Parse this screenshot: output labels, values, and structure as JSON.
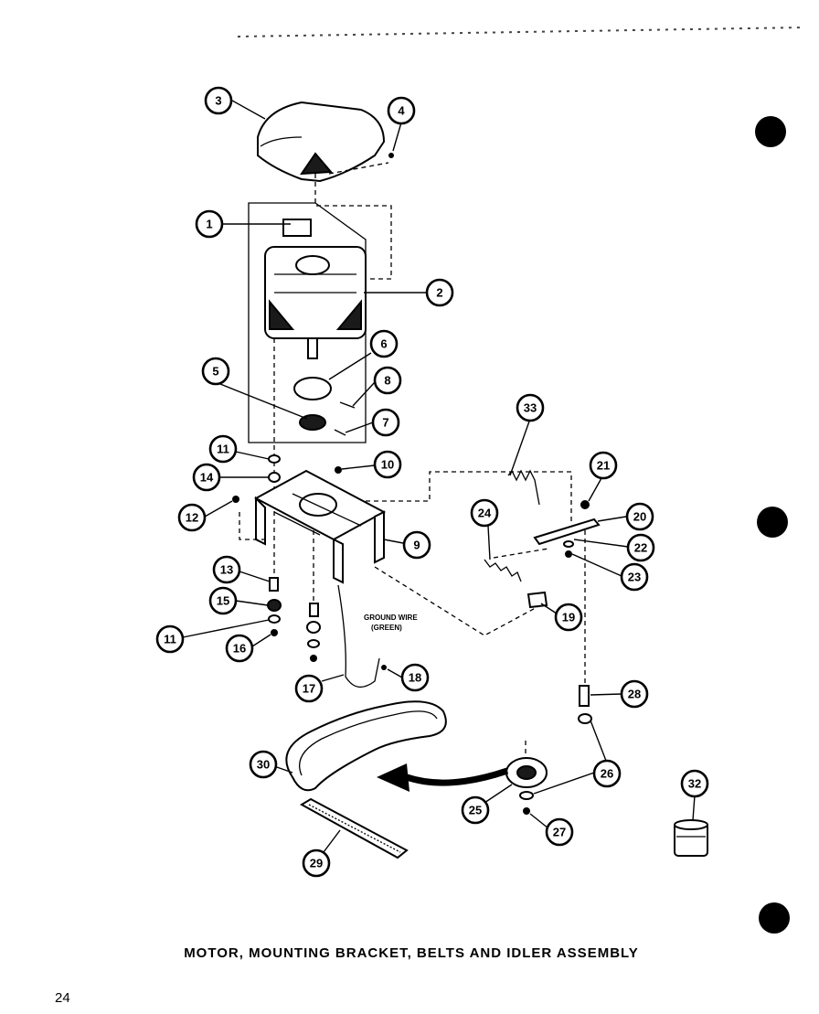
{
  "caption": "MOTOR, MOUNTING BRACKET, BELTS AND IDLER ASSEMBLY",
  "page_number": "24",
  "ground_wire_label_line1": "GROUND WIRE",
  "ground_wire_label_line2": "(GREEN)",
  "callouts": [
    "1",
    "2",
    "3",
    "4",
    "5",
    "6",
    "7",
    "8",
    "9",
    "10",
    "11",
    "11",
    "12",
    "13",
    "14",
    "15",
    "16",
    "17",
    "18",
    "19",
    "20",
    "21",
    "22",
    "23",
    "24",
    "25",
    "26",
    "27",
    "28",
    "29",
    "30",
    "32",
    "33"
  ]
}
